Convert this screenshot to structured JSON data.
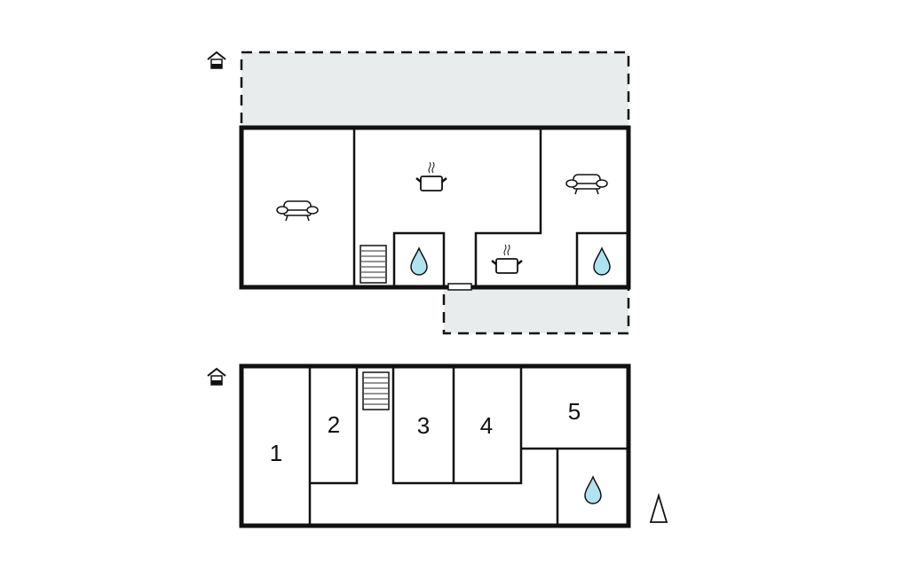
{
  "colors": {
    "wall": "#111111",
    "terrace": "#e8ecec",
    "water": "#aee3ef"
  },
  "ground_floor": {
    "icons": [
      "house-entrance-icon",
      "sofa-icon",
      "sofa-icon",
      "cooking-pot-icon",
      "cooking-pot-icon",
      "water-drop-icon",
      "water-drop-icon",
      "stairs-icon",
      "door-icon"
    ]
  },
  "upper_floor": {
    "room_labels": [
      "1",
      "2",
      "3",
      "4",
      "5"
    ],
    "icons": [
      "house-entrance-icon",
      "stairs-icon",
      "water-drop-icon",
      "north-arrow-icon"
    ]
  }
}
